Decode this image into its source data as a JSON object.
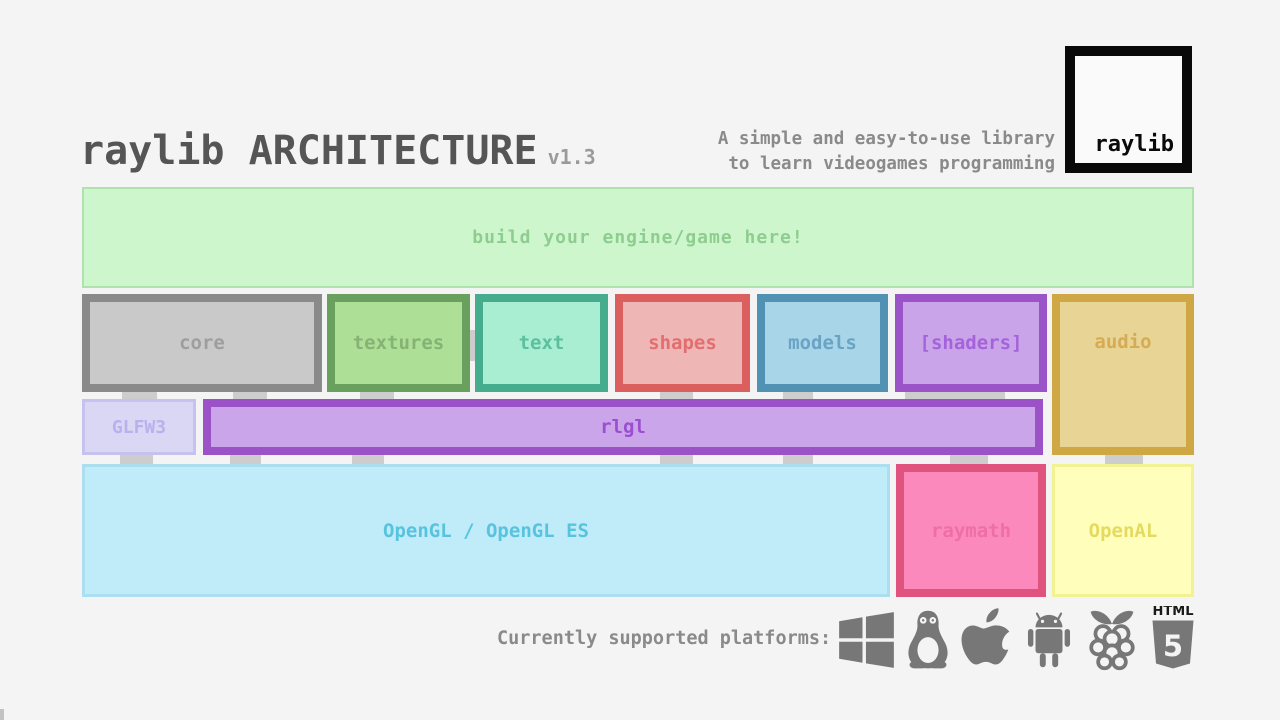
{
  "header": {
    "title": "raylib ARCHITECTURE",
    "version": "v1.3",
    "tagline_line1": "A simple and easy-to-use library",
    "tagline_line2": "to learn videogames programming",
    "logo_text": "raylib"
  },
  "banner": {
    "label": "build your engine/game here!",
    "fill": "#cdf6cc",
    "text_color": "#8ecd8f"
  },
  "modules": [
    {
      "label": "core",
      "border": "#8a8a8a",
      "fill": "#c9c9c9"
    },
    {
      "label": "textures",
      "border": "#6aa05e",
      "fill": "#addf96"
    },
    {
      "label": "text",
      "border": "#45ad8d",
      "fill": "#a9eed3"
    },
    {
      "label": "shapes",
      "border": "#dc5f5f",
      "fill": "#efb6b6"
    },
    {
      "label": "models",
      "border": "#5192b4",
      "fill": "#a9d5e9"
    },
    {
      "label": "[shaders]",
      "border": "#9b54c8",
      "fill": "#caa4e9"
    },
    {
      "label": "audio",
      "border": "#cfa845",
      "fill": "#e8d494"
    }
  ],
  "mid_layer": [
    {
      "label": "GLFW3",
      "border": "#c5c2ef",
      "fill": "#d9d7f3"
    },
    {
      "label": "rlgl",
      "border": "#9c52c7",
      "fill": "#cba5e9"
    }
  ],
  "bottom_layer": [
    {
      "label": "OpenGL / OpenGL ES",
      "border": "#abdff0",
      "fill": "#c0ebf8"
    },
    {
      "label": "raymath",
      "border": "#df537e",
      "fill": "#fb89bc"
    },
    {
      "label": "OpenAL",
      "border": "#f2f295",
      "fill": "#ffffbb"
    }
  ],
  "platforms": {
    "label": "Currently supported platforms:",
    "icons": [
      "windows-icon",
      "linux-icon",
      "apple-icon",
      "android-icon",
      "raspberry-pi-icon",
      "html5-icon"
    ],
    "icon_color": "#777777"
  }
}
